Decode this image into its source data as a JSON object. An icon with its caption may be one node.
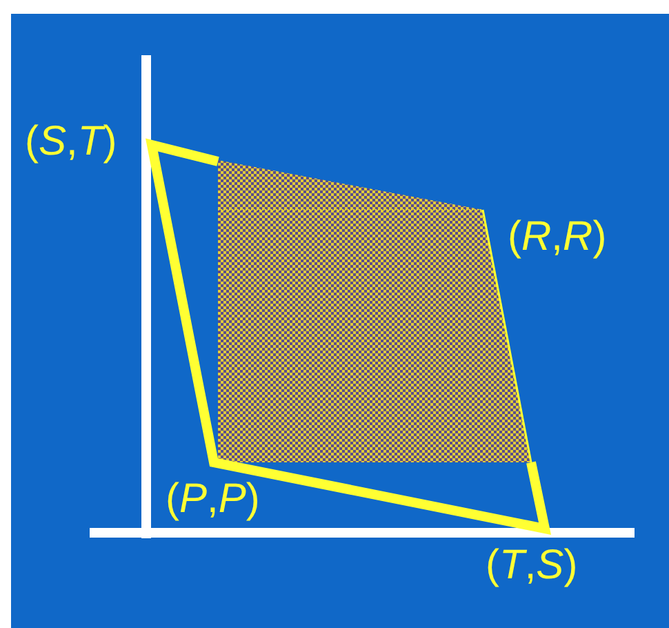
{
  "diagram": {
    "labels": [
      "(*S*,*T*)",
      "(*R*,*R*)",
      "(*P*,*P*)",
      "(*T*,*S*)"
    ]
  }
}
